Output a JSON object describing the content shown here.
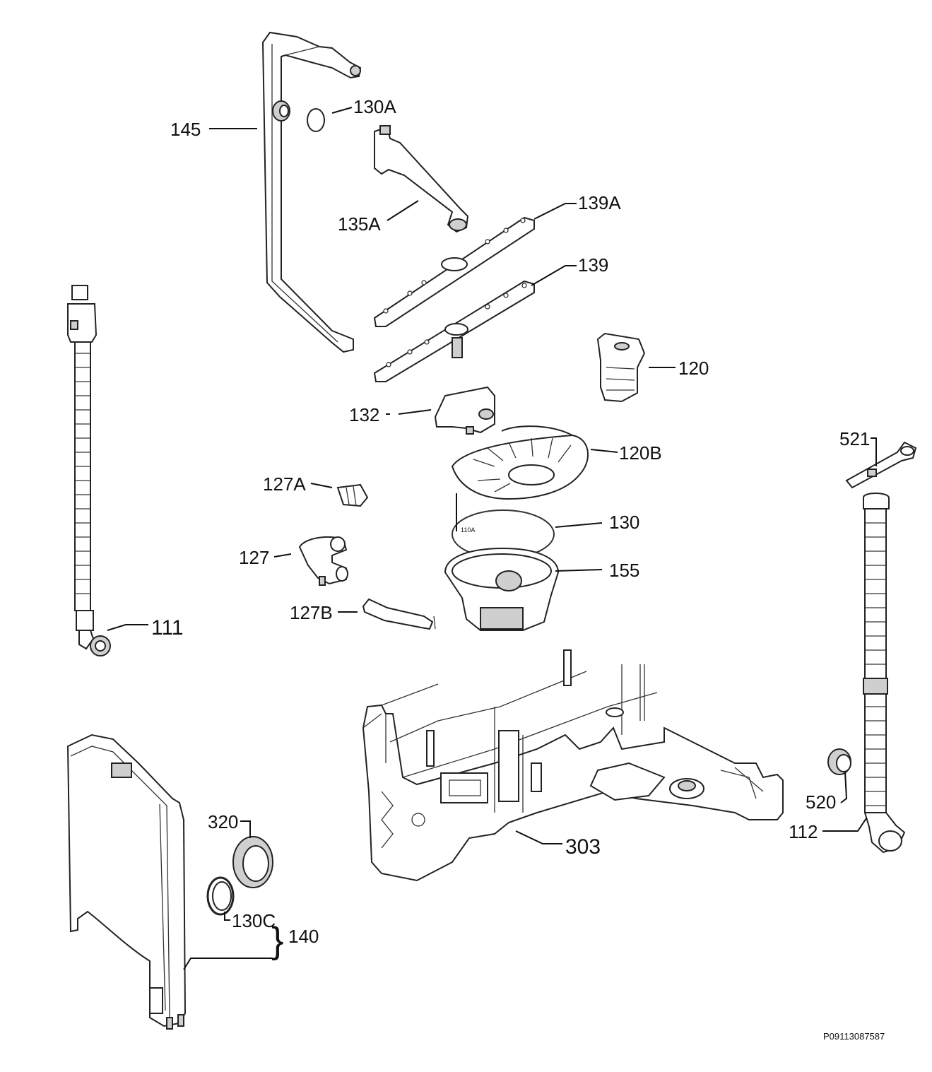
{
  "diagram": {
    "labels": {
      "p145": "145",
      "p130A": "130A",
      "p135A": "135A",
      "p139A": "139A",
      "p139": "139",
      "p120": "120",
      "p132": "132",
      "p120B": "120B",
      "p127A": "127A",
      "p130": "130",
      "p110A": "110A",
      "p127": "127",
      "p155": "155",
      "p127B": "127B",
      "p111": "111",
      "p521": "521",
      "p520": "520",
      "p112": "112",
      "p303": "303",
      "p320": "320",
      "p130C": "130C",
      "p140": "140"
    },
    "brace": "}",
    "doc_id": "P09113087587"
  }
}
